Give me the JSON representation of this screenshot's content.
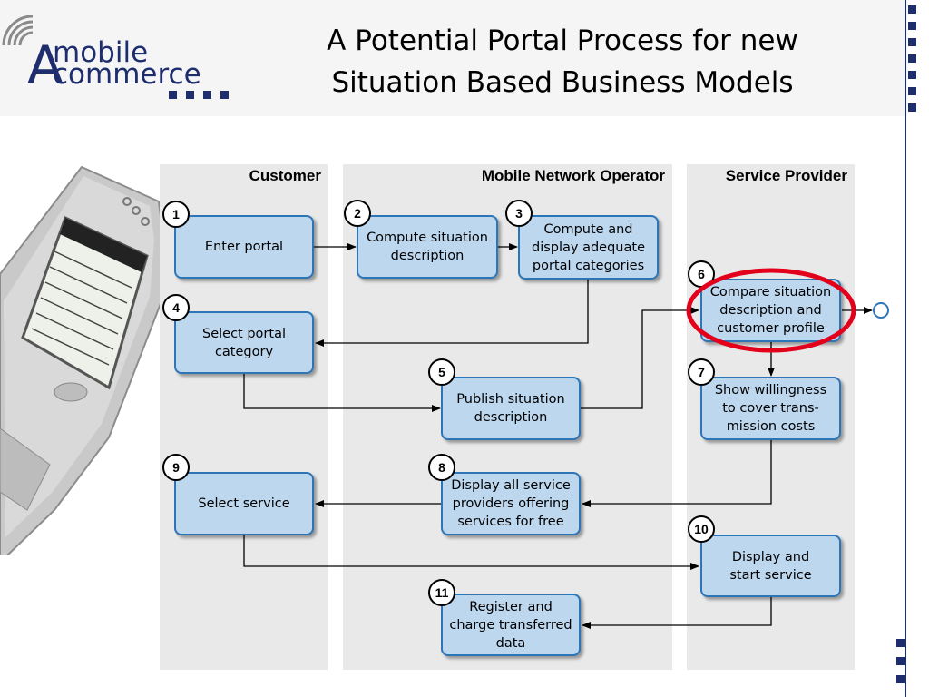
{
  "header": {
    "logo_line1": "mobile",
    "logo_line2": "commerce",
    "title_line1": "A Potential Portal Process for new",
    "title_line2": "Situation Based Business Models"
  },
  "lanes": {
    "customer": "Customer",
    "operator": "Mobile Network Operator",
    "provider": "Service Provider"
  },
  "steps": [
    {
      "num": "1",
      "text": "Enter portal"
    },
    {
      "num": "2",
      "text": "Compute situation\ndescription"
    },
    {
      "num": "3",
      "text": "Compute and\ndisplay adequate\nportal categories"
    },
    {
      "num": "4",
      "text": "Select portal\ncategory"
    },
    {
      "num": "5",
      "text": "Publish situation\ndescription"
    },
    {
      "num": "6",
      "text": "Compare situation\ndescription and\ncustomer profile"
    },
    {
      "num": "7",
      "text": "Show willingness\nto cover trans-\nmission costs"
    },
    {
      "num": "8",
      "text": "Display all service\nproviders offering\nservices for free"
    },
    {
      "num": "9",
      "text": "Select service"
    },
    {
      "num": "10",
      "text": "Display and\nstart service"
    },
    {
      "num": "11",
      "text": "Register and\ncharge transferred\ndata"
    }
  ],
  "colors": {
    "box_fill": "#bdd7ef",
    "box_border": "#2e75b6",
    "highlight": "#e3001b",
    "logo_blue": "#1e2d6e",
    "lane_bg": "#e9e9e9"
  },
  "icons": [
    "signal-waves-icon",
    "mobile-phone-image",
    "end-circle-icon"
  ]
}
